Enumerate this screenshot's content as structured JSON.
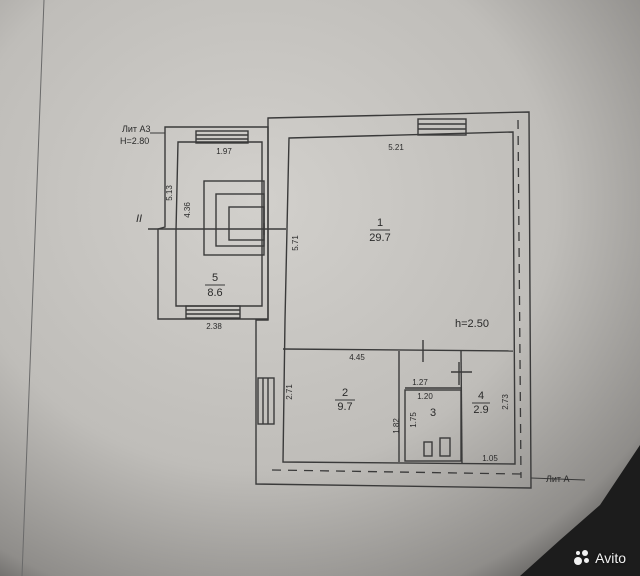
{
  "plan": {
    "annex_label": "Лит А3",
    "annex_height": "H=2.80",
    "main_label": "Лит А",
    "main_height": "h=2.50",
    "section_mark": "II",
    "rooms": [
      {
        "number": "1",
        "area": "29.7"
      },
      {
        "number": "2",
        "area": "9.7"
      },
      {
        "number": "3",
        "area": ""
      },
      {
        "number": "4",
        "area": "2.9"
      },
      {
        "number": "5",
        "area": "8.6"
      }
    ],
    "dimensions": {
      "annex_top": "1.97",
      "annex_left": "5.13",
      "annex_inner": "4.36",
      "annex_bottom": "2.38",
      "room1_top": "5.21",
      "room1_left": "5.71",
      "room2_top": "4.45",
      "room2_left": "2.71",
      "room3_top_outer": "1.27",
      "room3_top_inner": "1.20",
      "room3_right": "1.75",
      "room3_left": "1.82",
      "room4_right": "2.73",
      "room4_bottom": "1.05"
    }
  },
  "watermark": {
    "text": "Avito"
  },
  "colors": {
    "paper": "#c9c7c3",
    "line": "#3a3a3a",
    "text": "#2a2a2a",
    "dark_bg": "#1c1c1c"
  }
}
